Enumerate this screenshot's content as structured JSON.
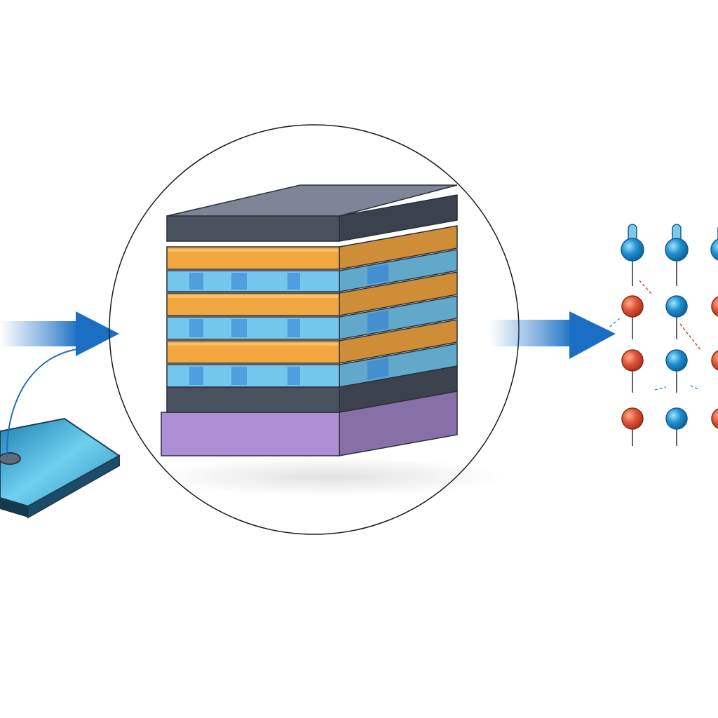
{
  "diagram": {
    "colors": {
      "background": "#ffffff",
      "arrow_blue": "#1a6fc4",
      "cap_dark": "#4a5260",
      "cap_top": "#7d8597",
      "orange_layer": "#f2a640",
      "blue_layer": "#73c6ec",
      "blue_accent": "#2f7fd6",
      "purple_base": "#ad8fd6",
      "substrate": "#3b9fc7",
      "atom_red": "#e0533a",
      "atom_blue": "#1f8fcf",
      "outline_circle": "#1a1a1a"
    },
    "stages": [
      {
        "name": "substrate",
        "icon": "thin-film-substrate-icon"
      },
      {
        "name": "layered-stack",
        "icon": "layered-heterostructure-icon"
      },
      {
        "name": "atomic-lattice",
        "icon": "atom-lattice-icon"
      }
    ],
    "stack_layers": [
      "cap",
      "orange",
      "blue",
      "orange",
      "blue",
      "orange",
      "blue",
      "cap",
      "base"
    ],
    "lattice": {
      "columns": 3,
      "rows": [
        "sensor",
        "atom",
        "atom",
        "atom"
      ],
      "atom_colors": [
        [
          "red",
          "blue",
          "red"
        ],
        [
          "red",
          "blue",
          "red"
        ],
        [
          "red",
          "blue",
          "red"
        ]
      ]
    }
  }
}
